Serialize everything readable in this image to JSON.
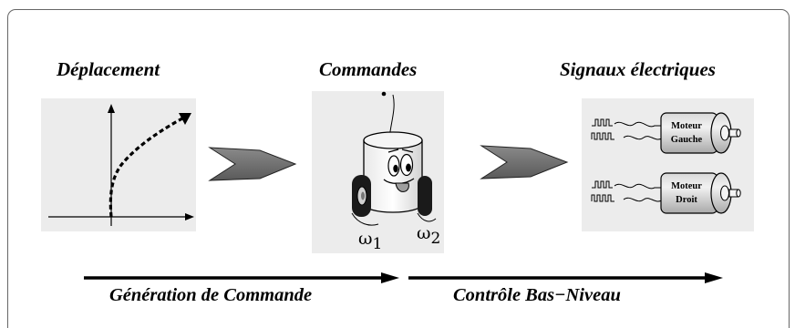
{
  "headings": {
    "displacement": "Déplacement",
    "commands": "Commandes",
    "signals": "Signaux électriques"
  },
  "robot": {
    "omega_left": "ω",
    "omega_left_sub": "1",
    "omega_right": "ω",
    "omega_right_sub": "2"
  },
  "motors": {
    "left": {
      "line1": "Moteur",
      "line2": "Gauche"
    },
    "right": {
      "line1": "Moteur",
      "line2": "Droit"
    }
  },
  "process": {
    "stage1": "Génération de Commande",
    "stage2": "Contrôle Bas−Niveau"
  }
}
